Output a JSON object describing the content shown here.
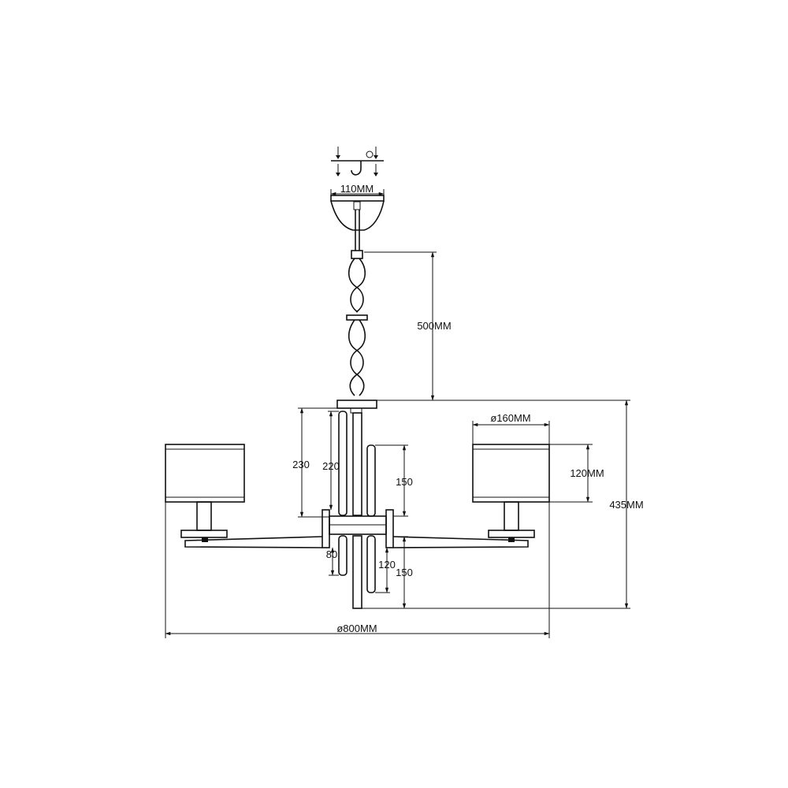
{
  "dimensions": {
    "canopy_width": "110MM",
    "chain_length": "500MM",
    "shade_diameter": "ø160MM",
    "shade_height": "120MM",
    "total_height": "435MM",
    "total_width": "ø800MM",
    "tube_long_outer": "230",
    "tube_long_inner": "220",
    "tube_upper_short": "150",
    "tube_lower_short_a": "80",
    "tube_lower_short_b": "120",
    "tube_lower_short_c": "150"
  }
}
